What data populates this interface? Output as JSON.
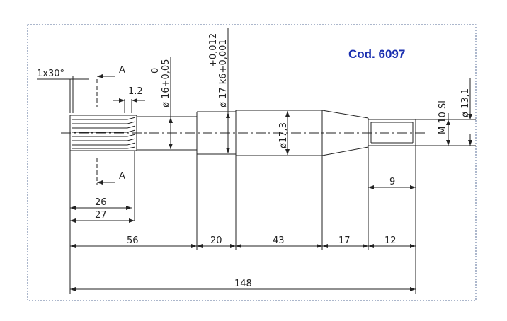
{
  "code_label": "Cod. 6097",
  "colors": {
    "code": "#1a2fb0",
    "line": "#222222",
    "frame": "#5a6f99"
  },
  "labels": {
    "chamfer": "1x30°",
    "section_top": "A",
    "section_bottom": "A",
    "spline_offset": "1.2",
    "spline_len_26": "26",
    "spline_len_27": "27",
    "tol_upper_16": "0",
    "dia_16": "ø 16+0,05",
    "tol_upper_17": "+0,012",
    "dia_17": "ø 17  k6+0,001",
    "dia_17_3": "ø17,3",
    "thread": "M 10 Sl",
    "dia_13_1": "ø 13,1",
    "thread_len": "9",
    "seg_56": "56",
    "seg_20": "20",
    "seg_43": "43",
    "seg_17": "17",
    "seg_12": "12",
    "total": "148"
  }
}
